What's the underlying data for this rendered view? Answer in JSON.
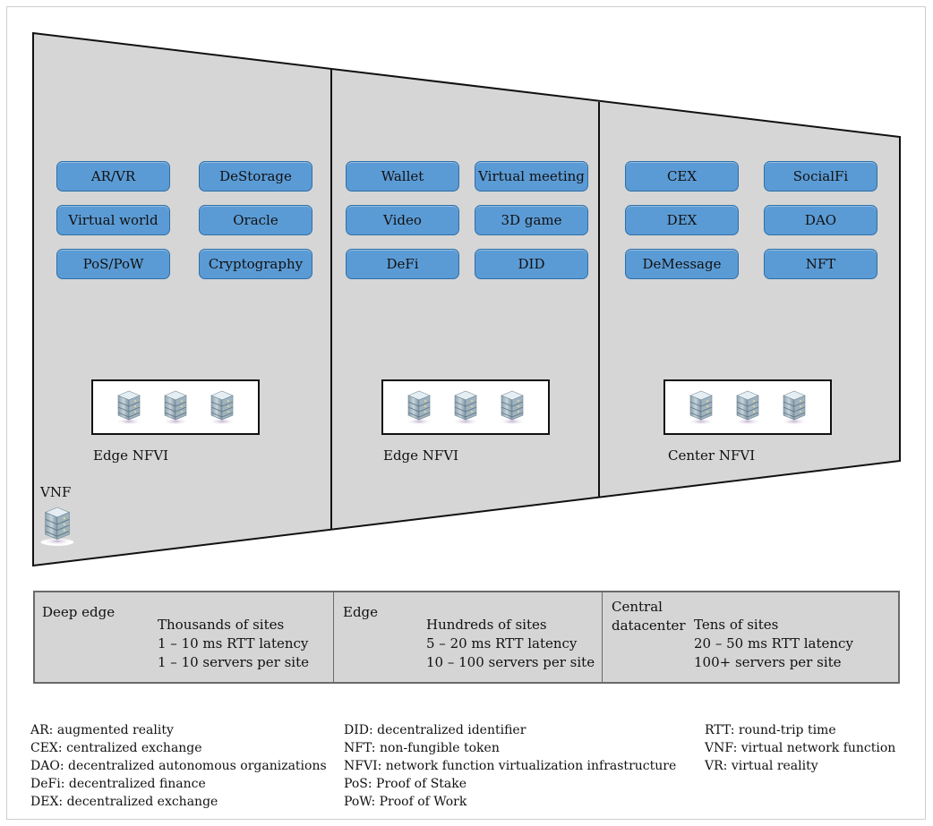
{
  "zones": [
    {
      "apps": [
        "AR/VR",
        "DeStorage",
        "Virtual world",
        "Oracle",
        "PoS/PoW",
        "Cryptography"
      ],
      "nfvi_label": "Edge NFVI"
    },
    {
      "apps": [
        "Wallet",
        "Virtual meeting",
        "Video",
        "3D game",
        "DeFi",
        "DID"
      ],
      "nfvi_label": "Edge NFVI"
    },
    {
      "apps": [
        "CEX",
        "SocialFi",
        "DEX",
        "DAO",
        "DeMessage",
        "NFT"
      ],
      "nfvi_label": "Center NFVI"
    }
  ],
  "vnf_label": "VNF",
  "tiers": [
    {
      "name": "Deep edge",
      "sites": "Thousands of sites",
      "latency": "1 – 10 ms RTT latency",
      "servers": "1 – 10 servers per site"
    },
    {
      "name": "Edge",
      "sites": "Hundreds of sites",
      "latency": "5 – 20 ms RTT latency",
      "servers": "10 – 100 servers per site"
    },
    {
      "name_line1": "Central",
      "name_line2": "datacenter",
      "sites": "Tens of sites",
      "latency": "20 – 50 ms RTT latency",
      "servers": "100+ servers per site"
    }
  ],
  "glossary": {
    "col1": [
      "AR: augmented reality",
      "CEX: centralized exchange",
      "DAO: decentralized autonomous organizations",
      "DeFi: decentralized finance",
      "DEX: decentralized exchange"
    ],
    "col2": [
      "DID: decentralized identifier",
      "NFT: non-fungible token",
      "NFVI: network function virtualization infrastructure",
      "PoS: Proof of Stake",
      "PoW: Proof of Work"
    ],
    "col3": [
      "RTT: round-trip time",
      "VNF: virtual network function",
      "VR: virtual reality"
    ]
  },
  "colors": {
    "panel": "#d6d6d6",
    "app_fill": "#5b9bd5",
    "app_border": "#2e6fa8",
    "table_fill": "#d5d5d5"
  },
  "icons": [
    "server-icon"
  ]
}
